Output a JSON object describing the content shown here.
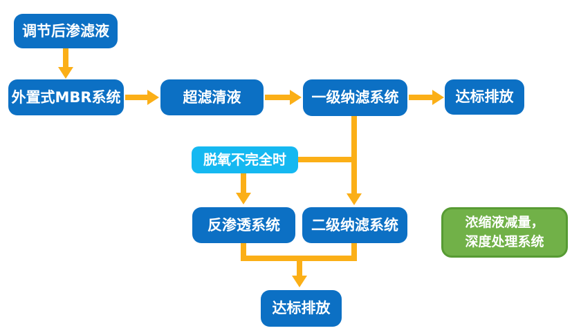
{
  "diagram": {
    "type": "flowchart",
    "colors": {
      "process_box_blue": "#0c70c4",
      "condition_box_lightblue": "#15b8f1",
      "annotation_box_green": "#71b148",
      "annotation_border_green": "#579b33",
      "arrow_amber": "#fbaf17",
      "text_white": "#ffffff",
      "background": "#ffffff"
    },
    "nodes": {
      "adjusted_leachate": "调节后渗滤液",
      "external_mbr": "外置式MBR系统",
      "uf_clear_liquid": "超滤清液",
      "nf_stage1": "一级纳滤系统",
      "discharge_top": "达标排放",
      "deoxygen_incomplete": "脱氧不完全时",
      "reverse_osmosis": "反渗透系统",
      "nf_stage2": "二级纳滤系统",
      "discharge_bottom": "达标排放",
      "concentrate_line1": "浓缩液减量，",
      "concentrate_line2": "深度处理系统"
    },
    "edges": [
      "调节后渗滤液 → 外置式MBR系统",
      "外置式MBR系统 → 超滤清液",
      "超滤清液 → 一级纳滤系统",
      "一级纳滤系统 → 达标排放",
      "一级纳滤系统 → 二级纳滤系统",
      "脱氧不完全时 → 一级纳滤系统连线",
      "脱氧不完全时 → 反渗透系统",
      "反渗透系统 → 达标排放",
      "二级纳滤系统 → 达标排放"
    ]
  }
}
